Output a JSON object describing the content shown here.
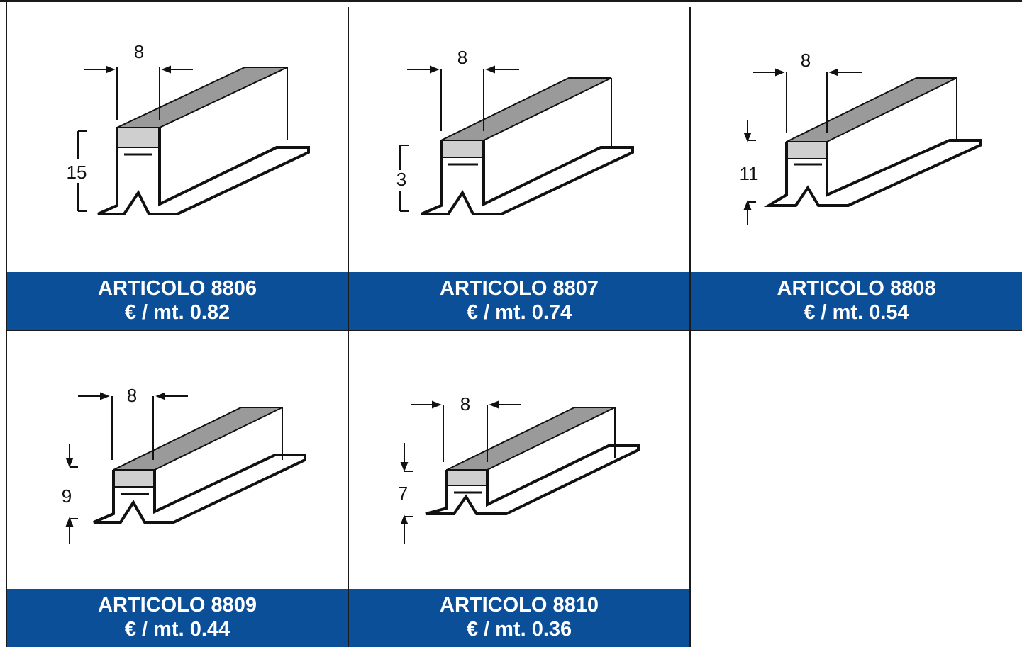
{
  "products": [
    {
      "article": "ARTICOLO 8806",
      "price": "€ / mt. 0.82",
      "width_dim": "8",
      "height_dim": "15",
      "icon": "profile-drawing-icon"
    },
    {
      "article": "ARTICOLO 8807",
      "price": "€ / mt. 0.74",
      "width_dim": "8",
      "height_dim": "3",
      "icon": "profile-drawing-icon"
    },
    {
      "article": "ARTICOLO 8808",
      "price": "€ / mt. 0.54",
      "width_dim": "8",
      "height_dim": "11",
      "icon": "profile-drawing-icon"
    },
    {
      "article": "ARTICOLO 8809",
      "price": "€ / mt. 0.44",
      "width_dim": "8",
      "height_dim": "9",
      "icon": "profile-drawing-icon"
    },
    {
      "article": "ARTICOLO 8810",
      "price": "€ / mt. 0.36",
      "width_dim": "8",
      "height_dim": "7",
      "icon": "profile-drawing-icon"
    }
  ],
  "colors": {
    "label_bg": "#0b4f98",
    "label_text": "#ffffff",
    "grid_line": "#1a1a1a"
  }
}
